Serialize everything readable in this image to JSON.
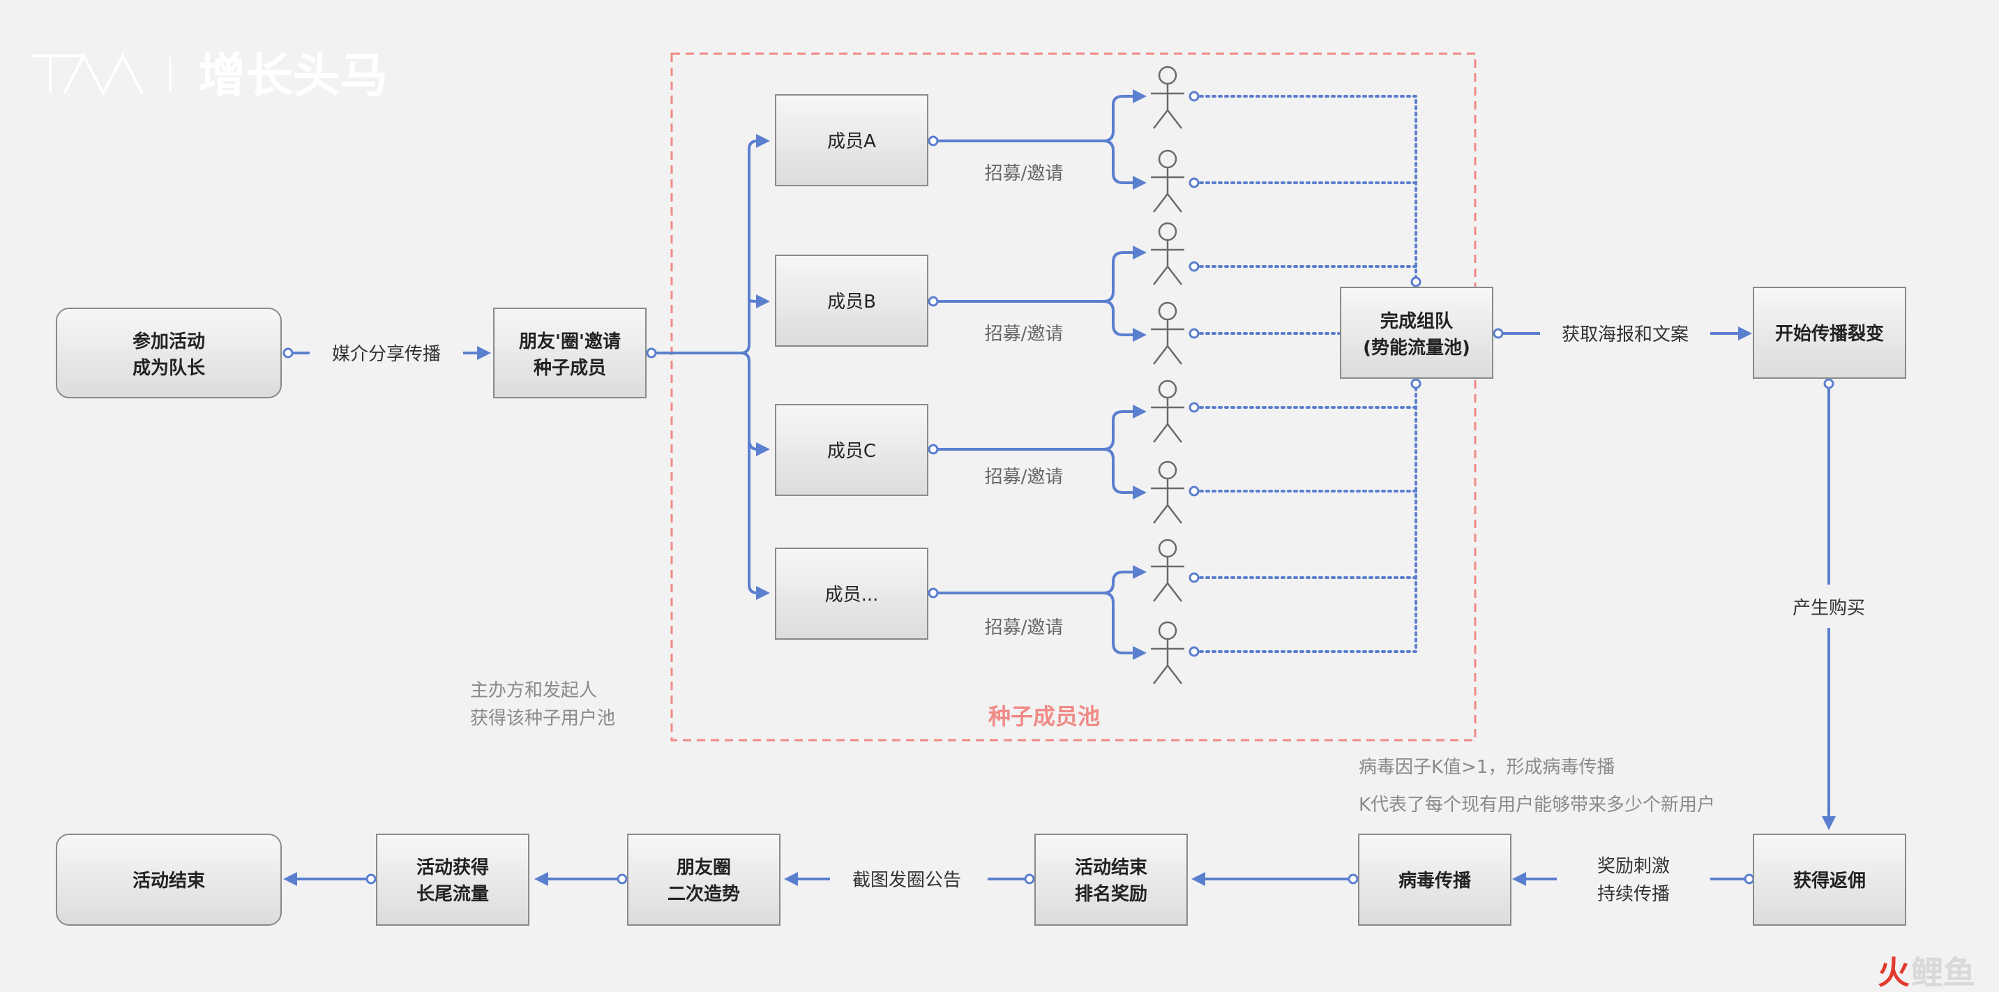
{
  "logo": {
    "text": "增长头马",
    "mark": "TM"
  },
  "pool": {
    "label": "种子成员池"
  },
  "nodes": {
    "join": [
      "参加活动",
      "成为队长"
    ],
    "invite_seed": [
      "朋友'圈'邀请",
      "种子成员"
    ],
    "member_a": "成员A",
    "member_b": "成员B",
    "member_c": "成员C",
    "member_more": "成员...",
    "team_done": [
      "完成组队",
      "(势能流量池)"
    ],
    "start_spread": "开始传播裂变",
    "get_commission": "获得返佣",
    "viral_spread": "病毒传播",
    "rank_reward": [
      "活动结束",
      "排名奖励"
    ],
    "moments_second": [
      "朋友圈",
      "二次造势"
    ],
    "long_tail": [
      "活动获得",
      "长尾流量"
    ],
    "activity_end": "活动结束"
  },
  "edges": {
    "media_share": "媒介分享传播",
    "recruit": "招募/邀请",
    "get_poster": "获取海报和文案",
    "purchase": "产生购买",
    "incentive": [
      "奖励刺激",
      "持续传播"
    ],
    "screenshot": "截图发圈公告"
  },
  "notes": {
    "organizer": [
      "主办方和发起人",
      "获得该种子用户池"
    ],
    "k_factor": "病毒因子K值>1，形成病毒传播",
    "k_meaning": "K代表了每个现有用户能够带来多少个新用户"
  },
  "watermark": {
    "part1": "火",
    "part2": "鲤鱼"
  },
  "colors": {
    "background": "#f2f2f2",
    "connector": "#5a7fcf",
    "pool_border": "#f08a86",
    "box_border": "#8a8a8a"
  }
}
